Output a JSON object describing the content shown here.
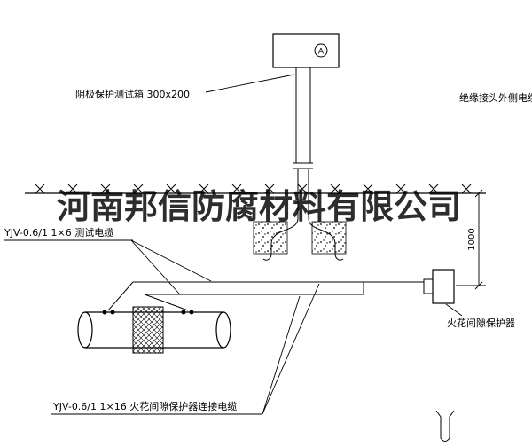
{
  "watermark": {
    "text": "河南邦信防腐材料有限公司",
    "color": "#1a1a1a"
  },
  "labels": {
    "test_box": "阴极保护测试箱 300x200",
    "outer_cable": "绝缘接头外侧电缆",
    "test_cable": "YJV-0.6/1 1×6  测试电缆",
    "spark_gap": "火花间隙保护器",
    "protector_cable": "YJV-0.6/1 1×16  火花间隙保护器连接电缆",
    "dimension_1000": "1000",
    "meter_symbol": "A"
  },
  "colors": {
    "line": "#000000",
    "background": "#ffffff"
  }
}
